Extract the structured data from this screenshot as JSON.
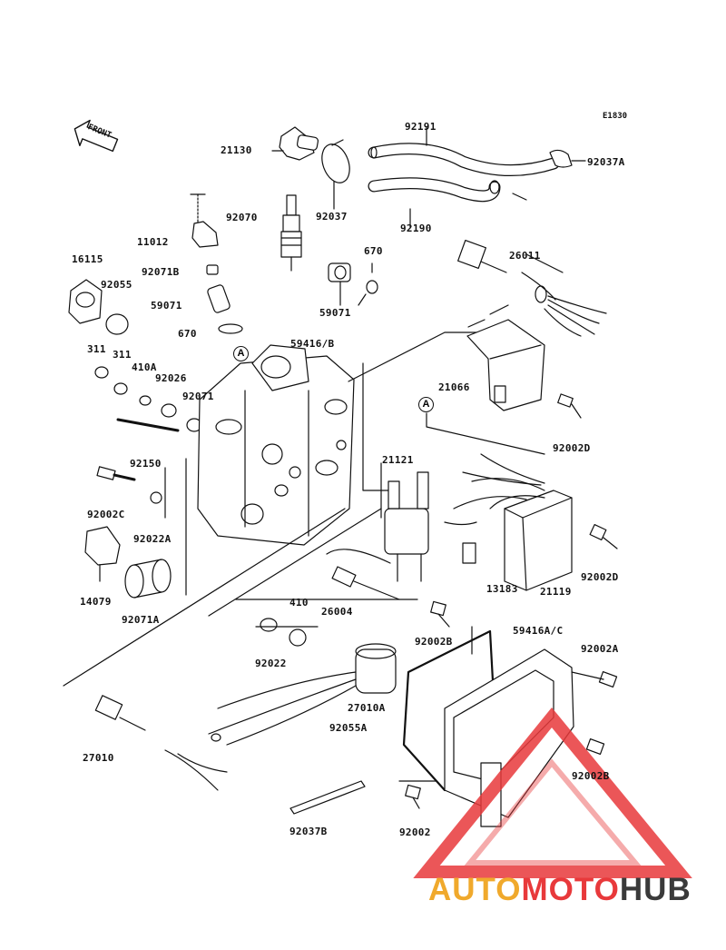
{
  "diagram": {
    "code": "E1830",
    "front_label": "FRONT",
    "refs": [
      "A",
      "A"
    ],
    "parts": [
      "21130",
      "92191",
      "92037A",
      "92070",
      "92037",
      "92190",
      "11012",
      "16115",
      "92071B",
      "670",
      "26011",
      "92055",
      "59071",
      "59071",
      "670",
      "311",
      "311",
      "410A",
      "92026",
      "92071",
      "59416/B",
      "21066",
      "92002D",
      "92150",
      "21121",
      "92002C",
      "92022A",
      "14079",
      "92071A",
      "13183",
      "92002D",
      "21119",
      "410",
      "26004",
      "92022",
      "92002B",
      "59416A/C",
      "92002A",
      "27010A",
      "92055A",
      "27010",
      "92002B",
      "92037B",
      "92002"
    ]
  },
  "watermark": {
    "part1": "AUTO",
    "part2": "MOTO",
    "part3": "HUB",
    "colors": {
      "triangle": "#e8393b",
      "auto": "#f0a92c",
      "hub": "#3a3a3a"
    }
  }
}
